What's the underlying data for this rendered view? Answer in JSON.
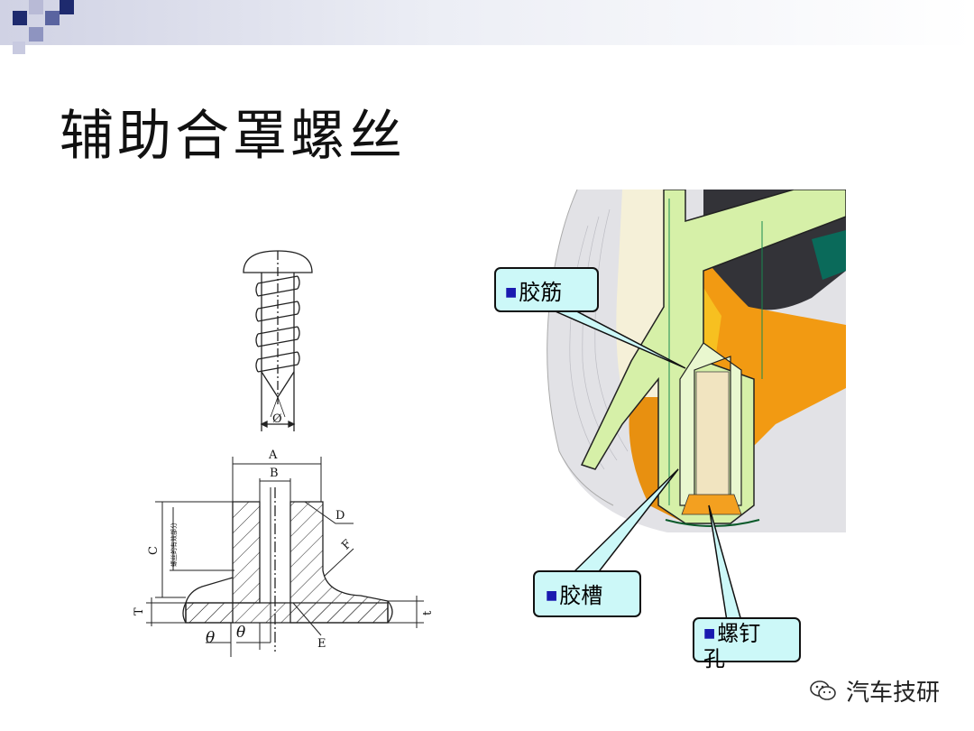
{
  "slide": {
    "title": "辅助合罩螺丝"
  },
  "screw_drawing": {
    "diameter_symbol": "Ø"
  },
  "section_drawing": {
    "labels": {
      "A": "A",
      "B": "B",
      "C": "C",
      "D": "D",
      "E": "E",
      "F": "F",
      "T": "T",
      "t": "t",
      "theta": "θ"
    },
    "vertical_note": "螺丝的有效部分"
  },
  "callouts": {
    "rib": "胶筋",
    "groove": "胶槽",
    "screw_hole_line1": "螺钉",
    "screw_hole_line2": "孔"
  },
  "watermark": {
    "text": "汽车技研",
    "icon": "wechat-icon"
  }
}
